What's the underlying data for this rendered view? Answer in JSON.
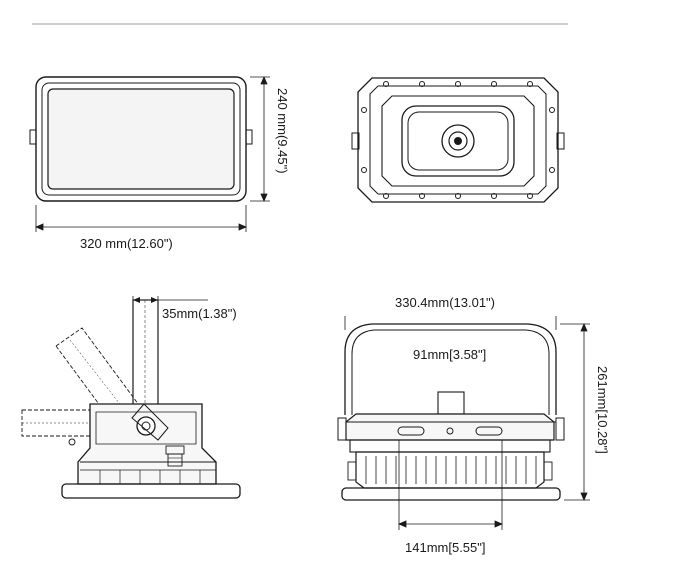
{
  "dimensions": {
    "front_width": "320 mm(12.60\")",
    "front_height": "240 mm(9.45\")",
    "side_bracket_width": "35mm(1.38\")",
    "bottom_overall_width": "330.4mm(13.01\")",
    "bottom_slot_spacing": "91mm[3.58\"]",
    "bottom_overall_height": "261mm[10.28\"]",
    "bottom_base_width": "141mm[5.55\"]"
  },
  "colors": {
    "line": "#1a1a1a",
    "panel_fill": "#f4f4f4",
    "grey_line": "#9a9a9a"
  }
}
